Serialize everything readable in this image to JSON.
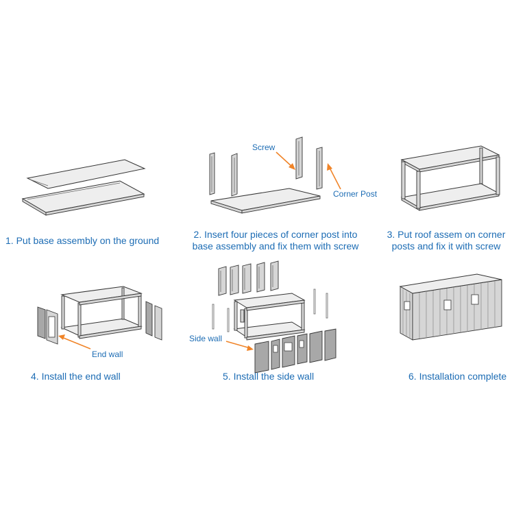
{
  "steps": [
    {
      "caption": [
        "1. Put base assembly on the ground"
      ]
    },
    {
      "caption": [
        "2. Insert four pieces of corner post into",
        "base assembly and fix them with screw"
      ]
    },
    {
      "caption": [
        "3. Put roof assem on corner",
        "posts and fix it with screw"
      ]
    },
    {
      "caption": [
        "4. Install the end wall"
      ]
    },
    {
      "caption": [
        "5. Install the side wall"
      ]
    },
    {
      "caption": [
        "6. Installation complete"
      ]
    }
  ],
  "labels": {
    "screw": "Screw",
    "corner_post": "Corner Post",
    "end_wall": "End wall",
    "side_wall": "Side wall"
  },
  "colors": {
    "caption_text": "#1c6cb4",
    "arrow": "#f08428"
  }
}
